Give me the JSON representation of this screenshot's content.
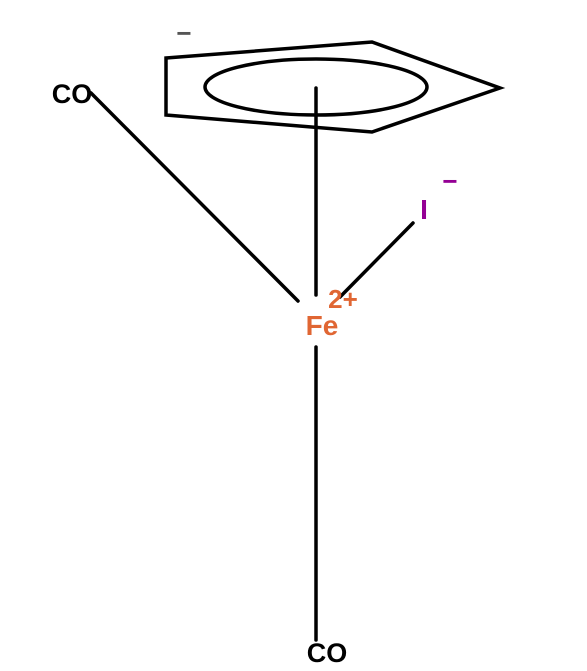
{
  "molecule": {
    "atoms": {
      "fe": "Fe",
      "fe_charge": "2+",
      "iodide": "I",
      "iodide_charge": "−",
      "co_left": "CO",
      "co_bottom": "CO",
      "ring_charge": "−"
    },
    "colors": {
      "bond": "#000000",
      "iron": "#e06633",
      "iodine": "#940094",
      "carbonyl": "#000000",
      "ring_charge": "#555555"
    }
  }
}
